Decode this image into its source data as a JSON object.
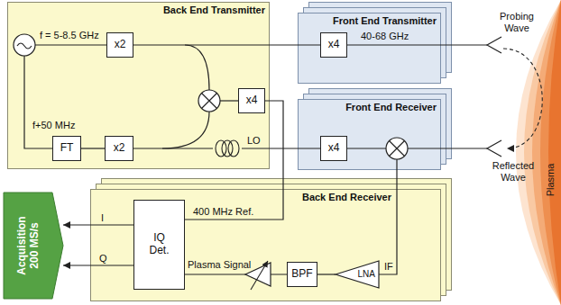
{
  "diagram": {
    "nodes": [
      {
        "text": [
          "Back End Transmitter"
        ]
      },
      {
        "text": [
          "x2"
        ],
        "in": 0
      },
      {
        "text": [
          "x4"
        ],
        "in": 0
      },
      {
        "text": [
          "FT"
        ],
        "in": 0
      },
      {
        "text": [
          "x2"
        ],
        "in": 0
      },
      {
        "text": [
          "Front End Transmitter"
        ]
      },
      {
        "text": [
          "x4"
        ],
        "in": 5
      },
      {
        "text": [
          "Front End Receiver"
        ]
      },
      {
        "text": [
          "x4"
        ],
        "in": 7
      },
      {
        "text": [
          "Plasma"
        ]
      },
      {
        "text": [
          "Acquisition 200 MS/s"
        ]
      },
      {
        "text": [
          "Back End Receiver"
        ]
      },
      {
        "text": [
          "IQ Det."
        ],
        "in": 11
      },
      {
        "text": [
          "BPF"
        ],
        "in": 11
      },
      {
        "text": [
          "LNA"
        ],
        "in": 11
      }
    ],
    "edges": [
      {
        "from": 1,
        "to": 6,
        "arrow": "none"
      },
      {
        "from": 3,
        "to": 4,
        "arrow": "none"
      },
      {
        "from": 4,
        "to": 8,
        "label": "LO",
        "arrow": "none"
      },
      {
        "from": 2,
        "to": 12,
        "label": "400 MHz Ref.",
        "arrow": "none"
      },
      {
        "from": 14,
        "to": 13,
        "arrow": "none"
      },
      {
        "from": 13,
        "to": 12,
        "label": "Plasma Signal",
        "arrow": "none"
      },
      {
        "from": 12,
        "to": 10,
        "label": "I",
        "arrow": "to"
      },
      {
        "from": 12,
        "to": 10,
        "label": "Q",
        "arrow": "to"
      }
    ],
    "labels": [
      "f = 5-8.5 GHz",
      "f+50 MHz",
      "40-68 GHz",
      "Probing Wave",
      "Reflected Wave",
      "IF"
    ]
  }
}
